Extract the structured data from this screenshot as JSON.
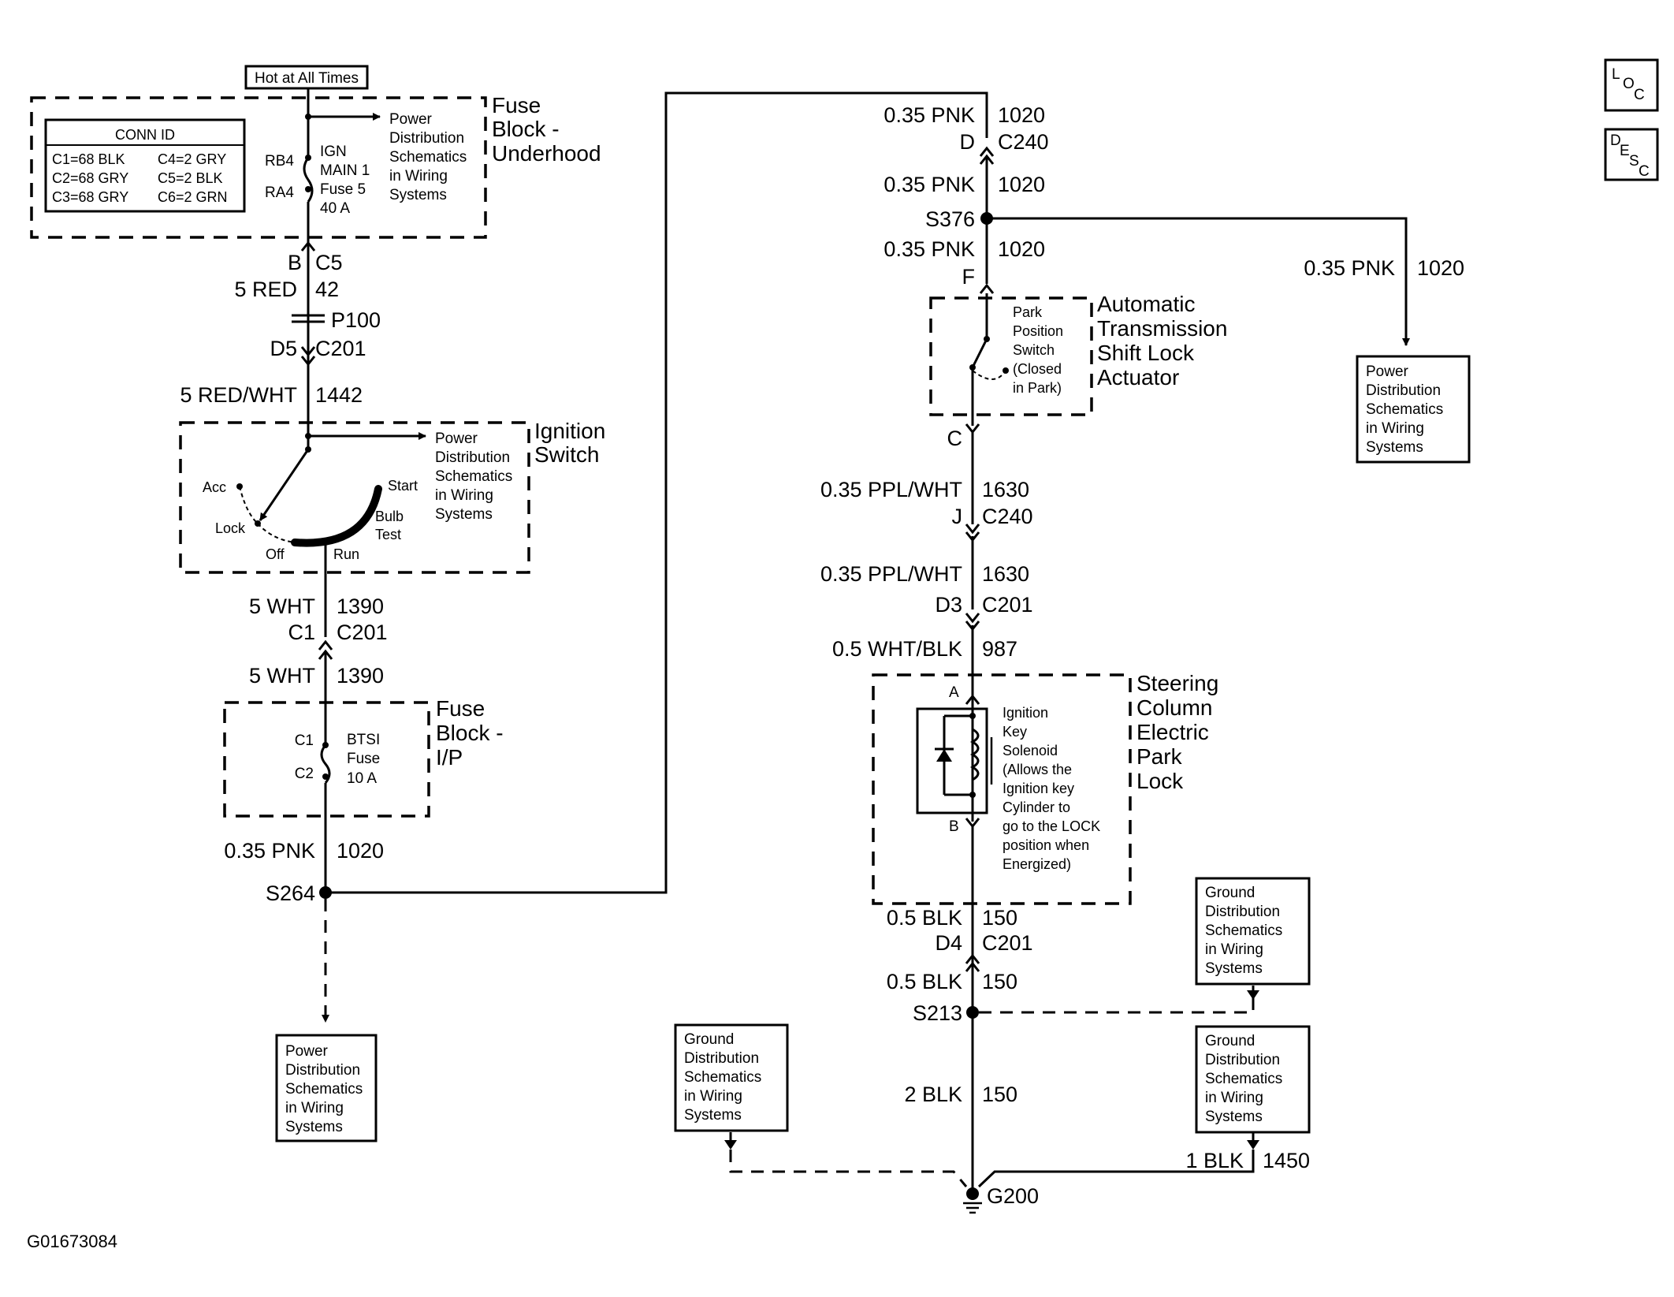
{
  "hot_label": "Hot at All Times",
  "conn_id": {
    "title": "CONN ID",
    "rows": [
      "C1=68 BLK",
      "C4=2 GRY",
      "C2=68 GRY",
      "C5=2 BLK",
      "C3=68 GRY",
      "C6=2 GRN"
    ]
  },
  "fuse_underhood": {
    "title": [
      "Fuse",
      "Block -",
      "Underhood"
    ],
    "pin_top": "RB4",
    "pin_bottom": "RA4",
    "fuse_text": [
      "IGN",
      "MAIN 1",
      "Fuse 5",
      "40 A"
    ],
    "power_text": [
      "Power",
      "Distribution",
      "Schematics",
      "in Wiring",
      "Systems"
    ]
  },
  "left_labels": {
    "b_c5": [
      "B",
      "C5"
    ],
    "red_42": [
      "5 RED",
      "42"
    ],
    "p100": "P100",
    "d5_c201": [
      "D5",
      "C201"
    ],
    "redwht_1442": [
      "5 RED/WHT",
      "1442"
    ],
    "wht_1390_a": [
      "5 WHT",
      "1390"
    ],
    "c1_c201": [
      "C1",
      "C201"
    ],
    "wht_1390_b": [
      "5 WHT",
      "1390"
    ],
    "pnk_1020": [
      "0.35 PNK",
      "1020"
    ],
    "s264": "S264"
  },
  "ignition_switch": {
    "title": [
      "Ignition",
      "Switch"
    ],
    "power_text": [
      "Power",
      "Distribution",
      "Schematics",
      "in Wiring",
      "Systems"
    ],
    "positions": [
      "Acc",
      "Lock",
      "Off",
      "Run",
      "Start",
      "Bulb",
      "Test"
    ]
  },
  "fuse_ip": {
    "title": [
      "Fuse",
      "Block -",
      "I/P"
    ],
    "pin_top": "C1",
    "pin_bottom": "C2",
    "fuse_text": [
      "BTSI",
      "Fuse",
      "10 A"
    ]
  },
  "power_box_bottom_left": [
    "Power",
    "Distribution",
    "Schematics",
    "in Wiring",
    "Systems"
  ],
  "right_labels": {
    "pnk_1020_a": [
      "0.35 PNK",
      "1020"
    ],
    "d_c240": [
      "D",
      "C240"
    ],
    "pnk_1020_b": [
      "0.35 PNK",
      "1020"
    ],
    "s376": "S376",
    "pnk_1020_c": [
      "0.35 PNK",
      "1020"
    ],
    "f": "F",
    "c": "C",
    "pplwht_1630_a": [
      "0.35 PPL/WHT",
      "1630"
    ],
    "j_c240": [
      "J",
      "C240"
    ],
    "pplwht_1630_b": [
      "0.35 PPL/WHT",
      "1630"
    ],
    "d3_c201": [
      "D3",
      "C201"
    ],
    "whtblk_987": [
      "0.5 WHT/BLK",
      "987"
    ],
    "a": "A",
    "b": "B",
    "blk_150_a": [
      "0.5 BLK",
      "150"
    ],
    "d4_c201": [
      "D4",
      "C201"
    ],
    "blk_150_b": [
      "0.5 BLK",
      "150"
    ],
    "s213": "S213",
    "blk_150_c": [
      "2 BLK",
      "150"
    ],
    "g200": "G200",
    "blk_1450": [
      "1 BLK",
      "1450"
    ],
    "branch_pnk_1020": [
      "0.35 PNK",
      "1020"
    ]
  },
  "shift_lock": {
    "title": [
      "Automatic",
      "Transmission",
      "Shift Lock",
      "Actuator"
    ],
    "switch_text": [
      "Park",
      "Position",
      "Switch",
      "(Closed",
      "in Park)"
    ]
  },
  "steering_lock": {
    "title": [
      "Steering",
      "Column",
      "Electric",
      "Park",
      "Lock"
    ],
    "solenoid_text": [
      "Ignition",
      "Key",
      "Solenoid",
      "(Allows the",
      "Ignition key",
      "Cylinder to",
      "go to the LOCK",
      "position when",
      "Energized)"
    ]
  },
  "power_box_right": [
    "Power",
    "Distribution",
    "Schematics",
    "in Wiring",
    "Systems"
  ],
  "ground_box_left": [
    "Ground",
    "Distribution",
    "Schematics",
    "in Wiring",
    "Systems"
  ],
  "ground_box_right_top": [
    "Ground",
    "Distribution",
    "Schematics",
    "in Wiring",
    "Systems"
  ],
  "ground_box_right_bottom": [
    "Ground",
    "Distribution",
    "Schematics",
    "in Wiring",
    "Systems"
  ],
  "icons": {
    "loc": [
      "L",
      "O",
      "C"
    ],
    "desc": [
      "D",
      "E",
      "S",
      "C"
    ]
  },
  "figure_id": "G01673084"
}
